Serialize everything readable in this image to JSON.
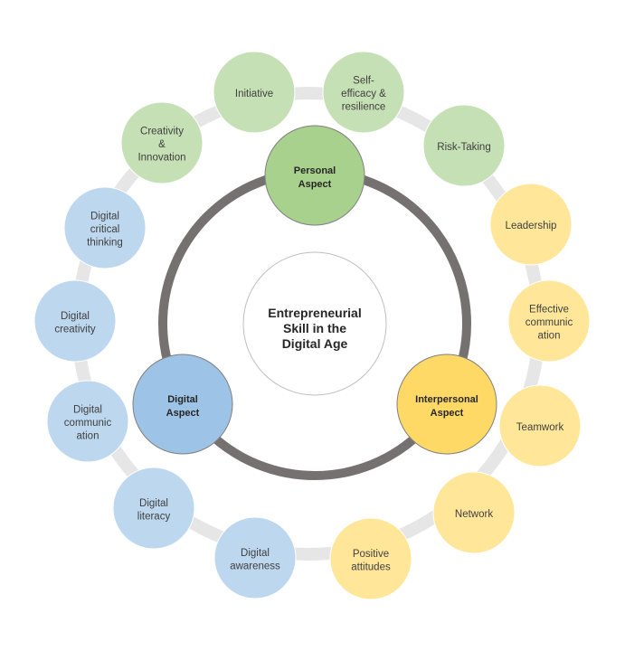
{
  "center": {
    "lines": [
      "Entrepreneurial",
      "Skill in the",
      "Digital Age"
    ]
  },
  "aspects": [
    {
      "key": "personal",
      "lines": [
        "Personal",
        "Aspect"
      ],
      "color": "#a9d18e"
    },
    {
      "key": "interpersonal",
      "lines": [
        "Interpersonal",
        "Aspect"
      ],
      "color": "#ffd966"
    },
    {
      "key": "digital",
      "lines": [
        "Digital",
        "Aspect"
      ],
      "color": "#9dc3e6"
    }
  ],
  "skills": [
    {
      "group": "personal",
      "lines": [
        "Initiative"
      ]
    },
    {
      "group": "personal",
      "lines": [
        "Self-",
        "efficacy &",
        "resilience"
      ]
    },
    {
      "group": "personal",
      "lines": [
        "Risk-Taking"
      ]
    },
    {
      "group": "interpersonal",
      "lines": [
        "Leadership"
      ]
    },
    {
      "group": "interpersonal",
      "lines": [
        "Effective",
        "communic",
        "ation"
      ]
    },
    {
      "group": "interpersonal",
      "lines": [
        "Teamwork"
      ]
    },
    {
      "group": "interpersonal",
      "lines": [
        "Network"
      ]
    },
    {
      "group": "interpersonal",
      "lines": [
        "Positive",
        "attitudes"
      ]
    },
    {
      "group": "digital",
      "lines": [
        "Digital",
        "awareness"
      ]
    },
    {
      "group": "digital",
      "lines": [
        "Digital",
        "literacy"
      ]
    },
    {
      "group": "digital",
      "lines": [
        "Digital",
        "communic",
        "ation"
      ]
    },
    {
      "group": "digital",
      "lines": [
        "Digital",
        "creativity"
      ]
    },
    {
      "group": "digital",
      "lines": [
        "Digital",
        "critical",
        "thinking"
      ]
    },
    {
      "group": "personal",
      "lines": [
        "Creativity",
        "&",
        "Innovation"
      ]
    }
  ],
  "colors": {
    "personal": "#c5e0b4",
    "interpersonal": "#ffe699",
    "digital": "#bdd7ee"
  }
}
